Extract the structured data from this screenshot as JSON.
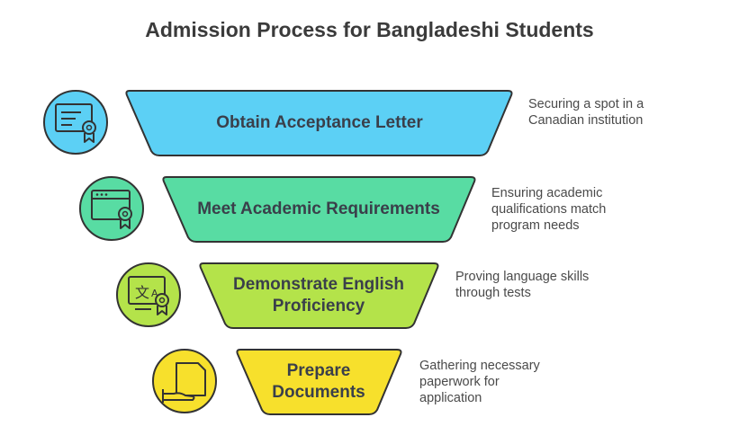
{
  "title": "Admission Process for Bangladeshi Students",
  "steps": [
    {
      "label": "Obtain Acceptance Letter",
      "description": [
        "Securing a spot in a",
        "Canadian institution"
      ],
      "color": "#5cd0f5",
      "icon": "certificate-icon"
    },
    {
      "label": "Meet Academic Requirements",
      "description": [
        "Ensuring academic",
        "qualifications match",
        "program needs"
      ],
      "color": "#58dca3",
      "icon": "browser-certificate-icon"
    },
    {
      "label": [
        "Demonstrate English",
        "Proficiency"
      ],
      "description": [
        "Proving language skills",
        "through tests"
      ],
      "color": "#b4e34a",
      "icon": "language-certificate-icon"
    },
    {
      "label": [
        "Prepare",
        "Documents"
      ],
      "description": [
        "Gathering necessary",
        "paperwork for",
        "application"
      ],
      "color": "#f7e02c",
      "icon": "document-hand-icon"
    }
  ]
}
